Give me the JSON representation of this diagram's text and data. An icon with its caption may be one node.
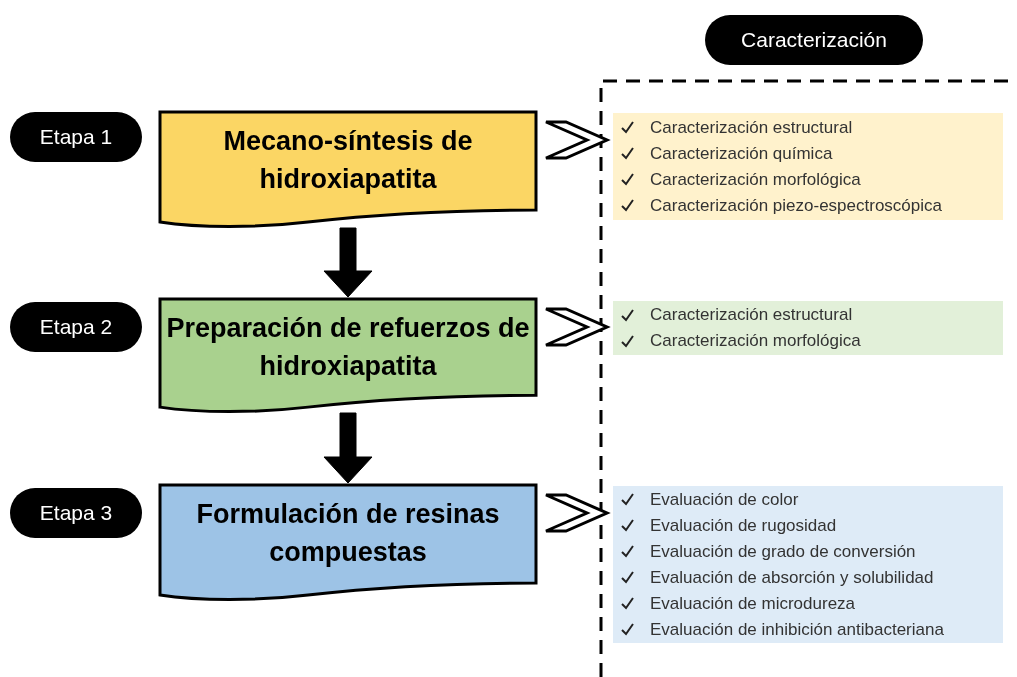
{
  "diagram": {
    "nodes": [
      {
        "text": [
          "Caracterización"
        ]
      },
      {
        "text": [
          "Etapa 1"
        ]
      },
      {
        "text": [
          "Mecano-síntesis de hidroxiapatita"
        ]
      },
      {
        "text": [
          "Etapa 2"
        ]
      },
      {
        "text": [
          "Preparación de refuerzos de hidroxiapatita"
        ]
      },
      {
        "text": [
          "Etapa 3"
        ]
      },
      {
        "text": [
          "Formulación de resinas compuestas"
        ]
      },
      {
        "text": [
          "Caracterización estructural",
          "Caracterización química",
          "Caracterización morfológica",
          "Caracterización piezo-espectroscópica"
        ]
      },
      {
        "text": [
          "Caracterización estructural",
          "Caracterización morfológica"
        ]
      },
      {
        "text": [
          "Evaluación de color",
          "Evaluación de rugosidad",
          "Evaluación de grado de conversión",
          "Evaluación de absorción y solubilidad",
          "Evaluación de microdureza",
          "Evaluación de inhibición antibacteriana"
        ]
      }
    ],
    "edges": [
      {
        "from": 2,
        "to": 4,
        "arrow": "to"
      },
      {
        "from": 4,
        "to": 6,
        "arrow": "to"
      },
      {
        "from": 2,
        "to": 7,
        "arrow": "to"
      },
      {
        "from": 4,
        "to": 8,
        "arrow": "to"
      },
      {
        "from": 6,
        "to": 9,
        "arrow": "to"
      }
    ]
  }
}
